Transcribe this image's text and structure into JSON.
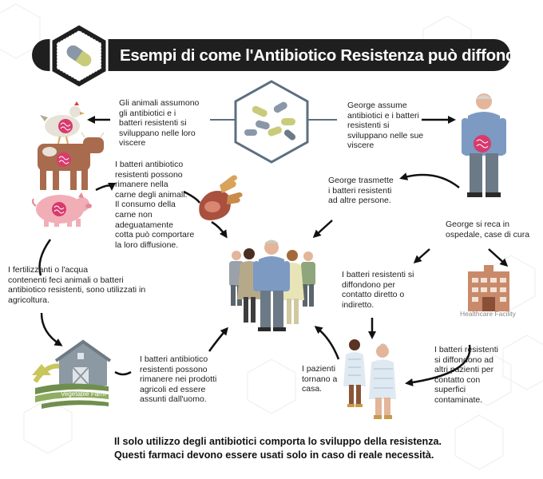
{
  "title": "Esempi di come l'Antibiotico Resistenza può diffondersi",
  "nodes": {
    "animals_take_antibiotics": "Gli animali  assumono\ngli antibiotici e i\nbatteri resistenti si\nsviluppano  nelle loro\nviscere",
    "george_takes_antibiotics": "George assume\nantibiotici e i batteri\nresistenti si\nsviluppano nelle sue\nviscere",
    "bacteria_in_meat": "I batteri antibiotico\nresistenti possono\nrimanere nella\ncarne degli animali.\nIl consumo della\ncarne non\nadeguatamente\ncotta può comportare\n    la  loro diffusione.",
    "george_transmits": "George trasmette\ni batteri resistenti\nad altre persone.",
    "george_hospital": "George si reca in\nospedale, case di cura",
    "fertilizers": "I fertilizzanti o l'acqua\ncontenenti feci animali o batteri\nantibiotico resistenti, sono utilizzati in\nagricoltura.",
    "direct_contact": "I batteri resistenti si\ndiffondono per\ncontatto diretto o\nindiretto.",
    "bacteria_in_produce": "I batteri antibiotico\nresistenti possono\nrimanere nei prodotti\nagricoli ed essere\nassunti dall'uomo.",
    "patients_home": "I pazienti\ntornano a\ncasa.",
    "spread_to_patients": "I batteri resistenti\nsi diffondono ad\naltri pazienti per\ncontatto con\nsuperfici\ncontaminate."
  },
  "labels": {
    "vegetable_farm": "Vegetable Farm",
    "healthcare_facility": "Healthcare Facility"
  },
  "footer": "Il solo utilizzo degli antibiotici comporta lo sviluppo della resistenza.\nQuesti farmaci devono essere usati solo in caso di reale necessità.",
  "colors": {
    "title_bar": "#1f1f1f",
    "bacteria": "#d83a6e",
    "pill_green": "#c8cc7a",
    "pill_gray": "#8a97a8",
    "building": "#c98a6a",
    "person_shirt": "#7d9ac3",
    "person_pants": "#6b7a86"
  },
  "icons": [
    "pills-icon",
    "chicken-icon",
    "cow-icon",
    "pig-icon",
    "meat-icon",
    "barn-icon",
    "hospital-icon",
    "george-icon",
    "crowd-icon",
    "patients-icon",
    "arrow-icon"
  ]
}
